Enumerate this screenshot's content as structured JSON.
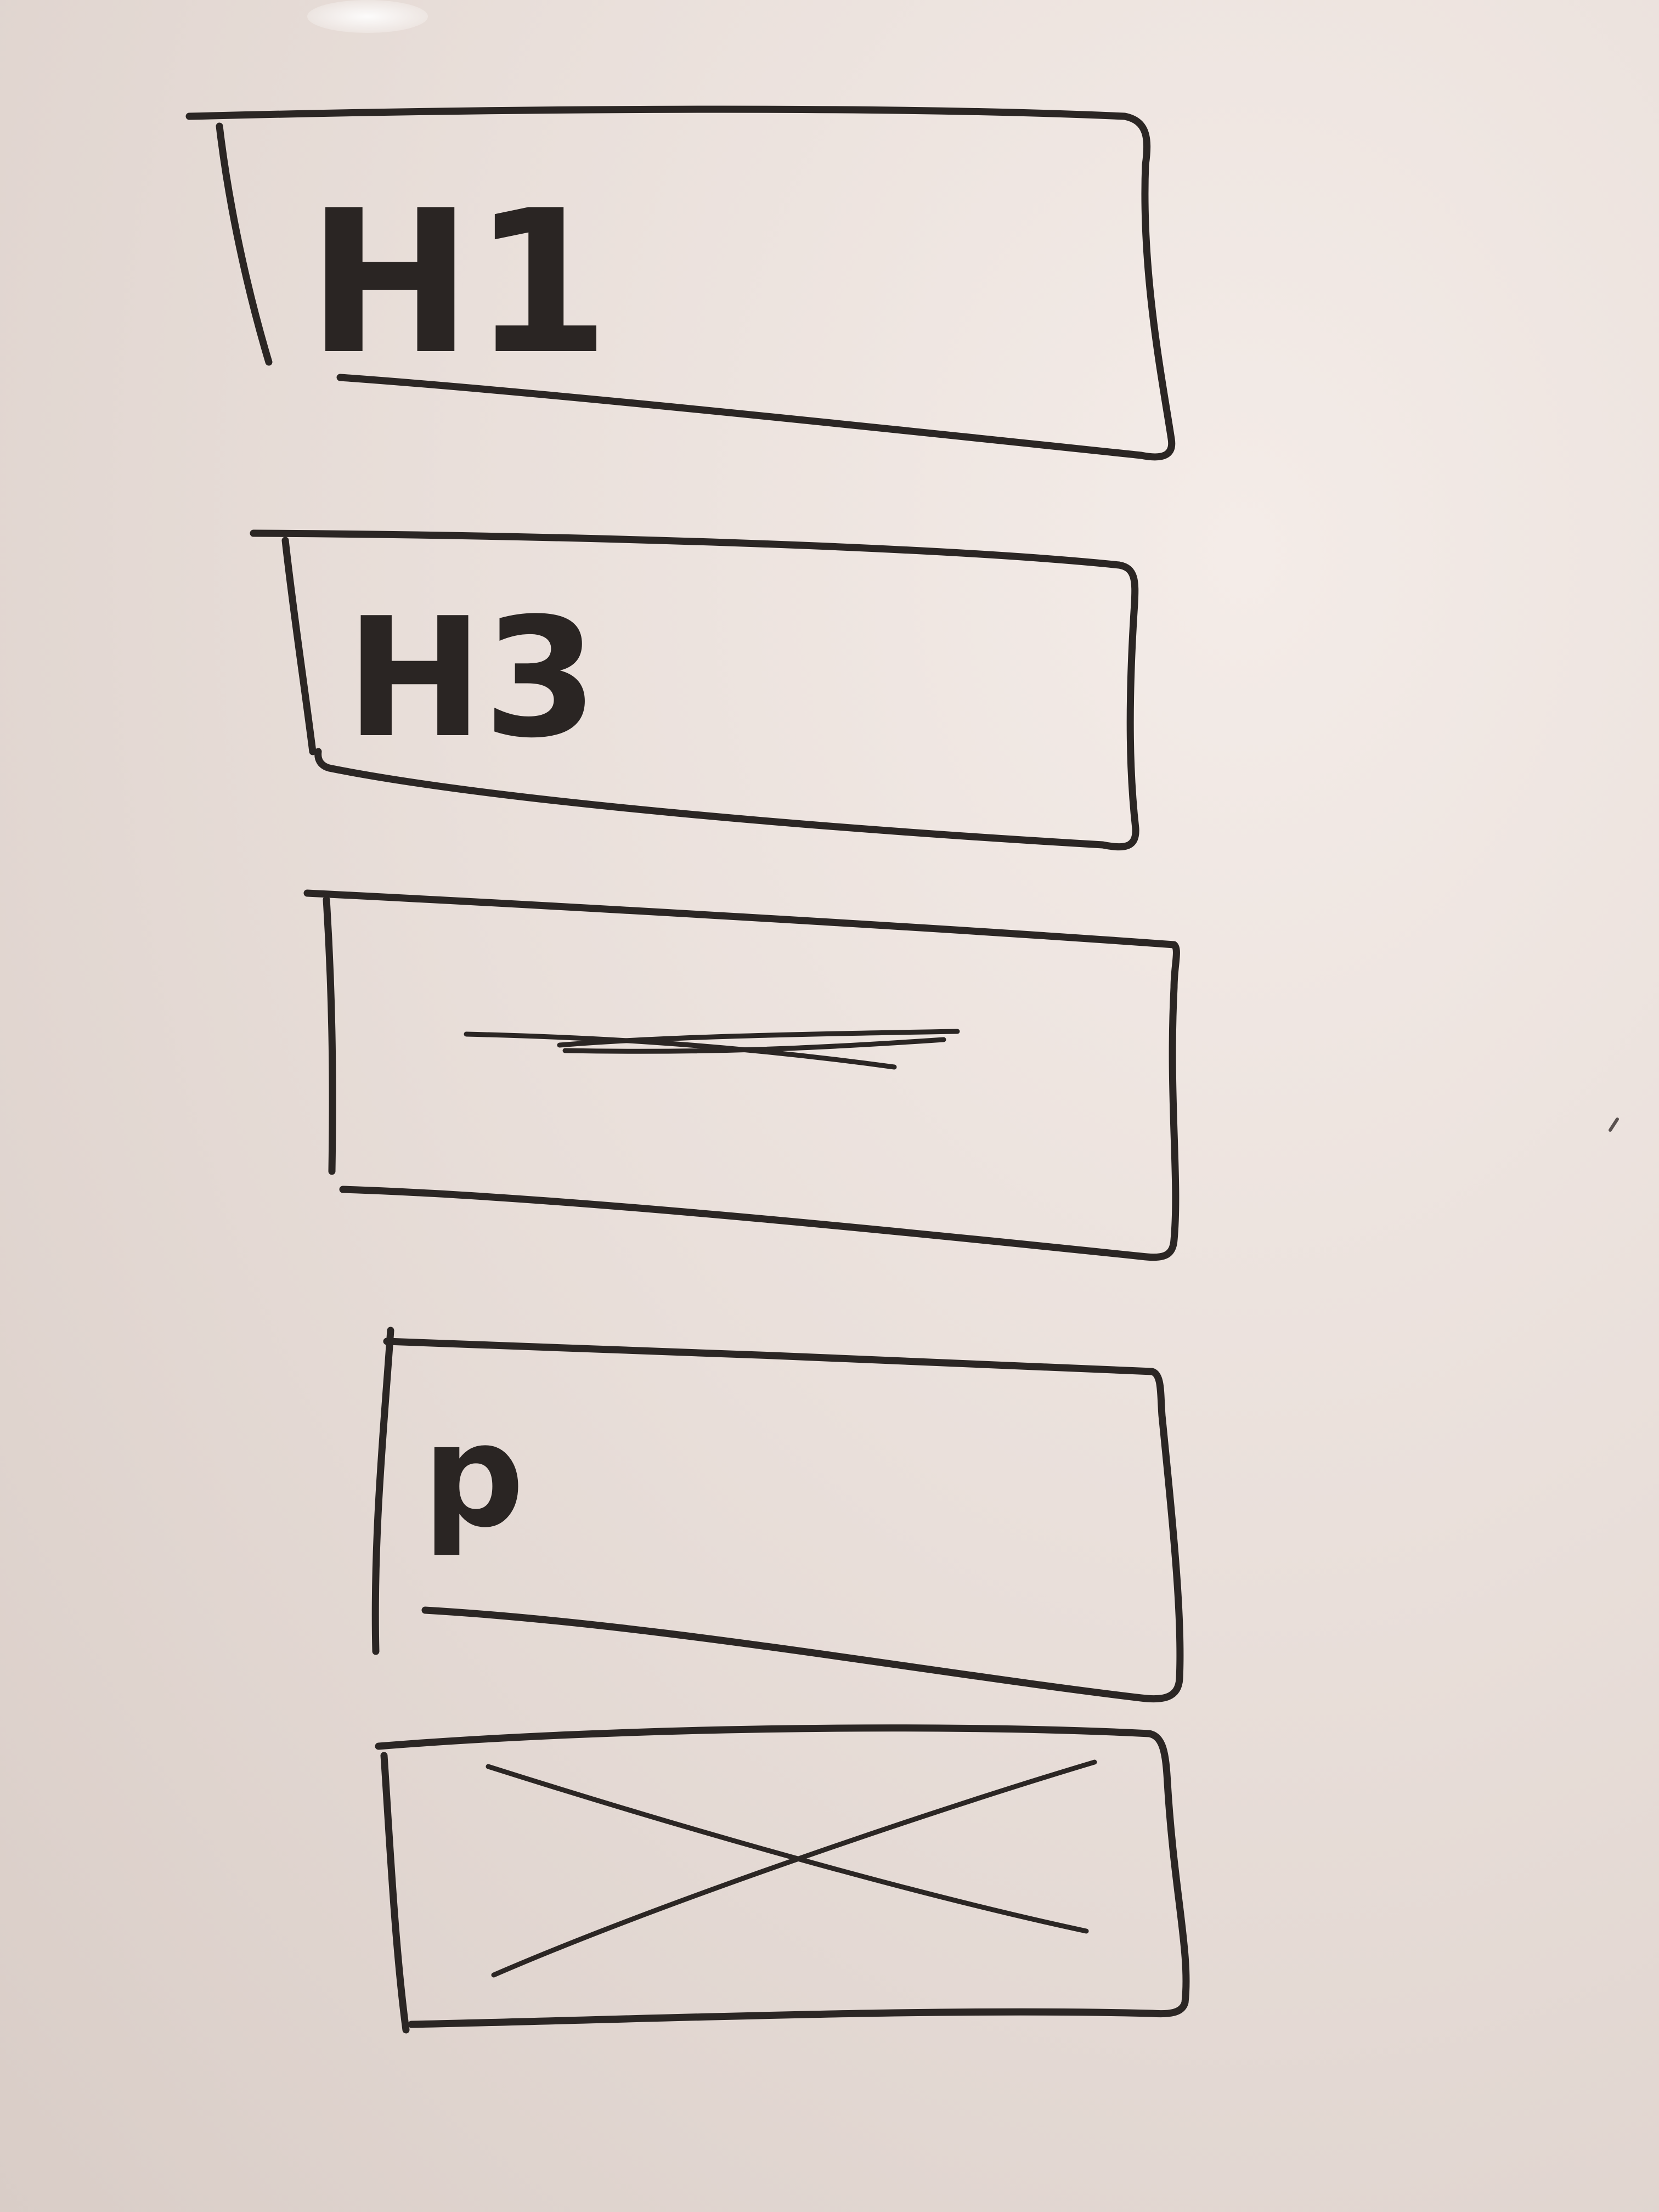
{
  "blocks": [
    {
      "kind": "heading-1",
      "label": "H1"
    },
    {
      "kind": "heading-3",
      "label": "H3"
    },
    {
      "kind": "line-placeholder",
      "label": ""
    },
    {
      "kind": "paragraph",
      "label": "p"
    },
    {
      "kind": "image-placeholder",
      "label": ""
    }
  ],
  "colors": {
    "ink": "#2b2624",
    "board": "#e9dfda"
  }
}
